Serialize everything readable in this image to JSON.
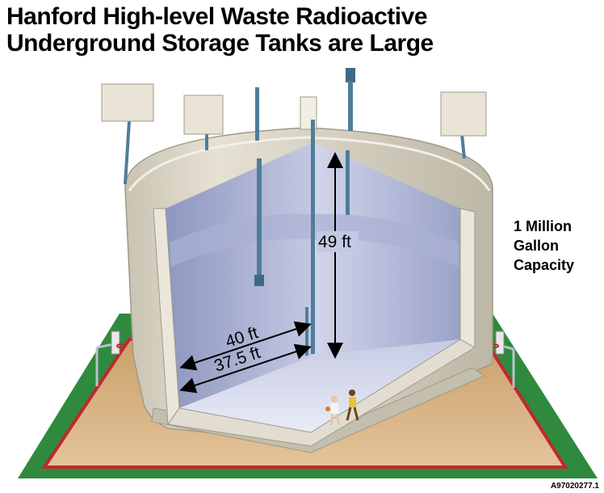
{
  "title": {
    "line1": "Hanford High-level Waste Radioactive",
    "line2": "Underground Storage Tanks are Large"
  },
  "dimensions": {
    "height": "49 ft",
    "outer_radius": "40 ft",
    "inner_radius": "37.5 ft"
  },
  "capacity": {
    "line1": "1 Million",
    "line2": "Gallon",
    "line3": "Capacity"
  },
  "figure_code": "A97020277.1",
  "colors": {
    "court_green": "#2f8a3e",
    "court_floor": "#d9b88c",
    "court_lines": "#c0272d",
    "tank_shell": "#d6d1c2",
    "tank_interior": "#b9bfd9",
    "pipes": "#4f7d9a"
  }
}
